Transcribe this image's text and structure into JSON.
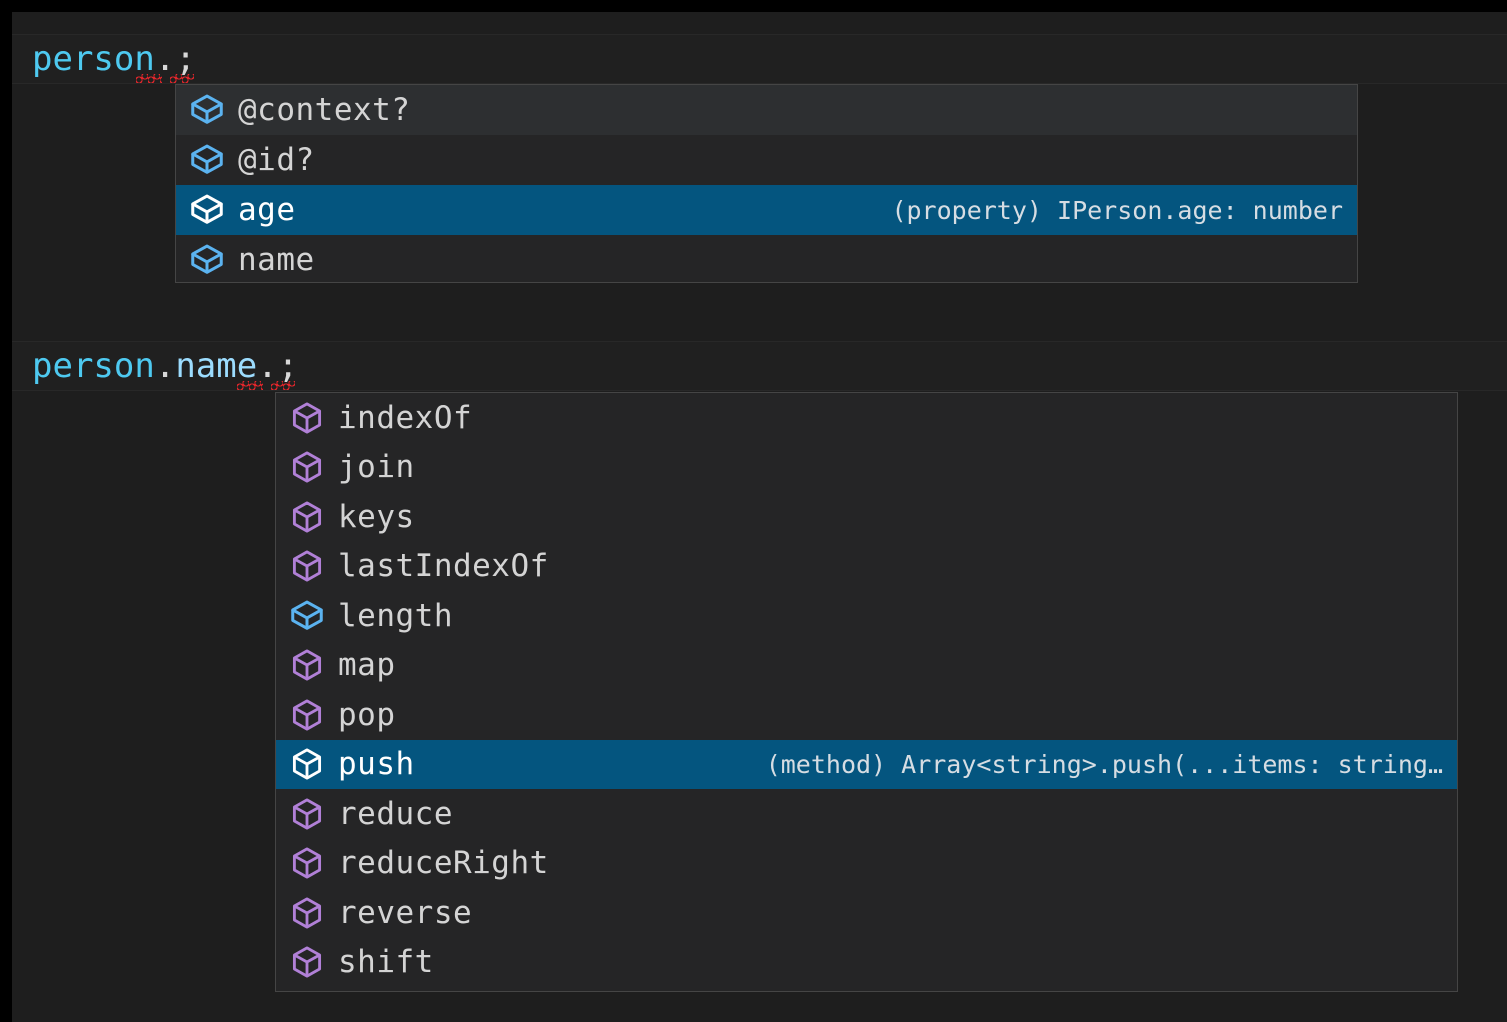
{
  "editor": {
    "theme_background": "#1e1e1e",
    "selection_color": "#04557f",
    "property_icon_color": "#5bb3f0",
    "method_icon_color": "#b180d7",
    "error_underline_color": "#e4262b",
    "lines": [
      {
        "id": "line-1",
        "segments": [
          {
            "text": "person",
            "kind": "variable"
          },
          {
            "text": ".",
            "kind": "punctuation"
          },
          {
            "text": ";",
            "kind": "punctuation"
          }
        ],
        "plain": "person.;"
      },
      {
        "id": "line-2",
        "segments": [
          {
            "text": "person",
            "kind": "variable"
          },
          {
            "text": ".",
            "kind": "punctuation"
          },
          {
            "text": "name",
            "kind": "property"
          },
          {
            "text": ".",
            "kind": "punctuation"
          },
          {
            "text": ";",
            "kind": "punctuation"
          }
        ],
        "plain": "person.name.;"
      }
    ]
  },
  "popups": [
    {
      "id": "popup-properties",
      "name": "property-suggestion-list",
      "items": [
        {
          "label": "@context?",
          "icon": "property-cube-icon",
          "state": "hovered",
          "detail": ""
        },
        {
          "label": "@id?",
          "icon": "property-cube-icon",
          "state": "normal",
          "detail": ""
        },
        {
          "label": "age",
          "icon": "property-cube-icon",
          "state": "selected",
          "detail": "(property) IPerson.age: number"
        },
        {
          "label": "name",
          "icon": "property-cube-icon",
          "state": "normal",
          "detail": ""
        }
      ]
    },
    {
      "id": "popup-methods",
      "name": "method-suggestion-list",
      "items": [
        {
          "label": "indexOf",
          "icon": "method-cube-icon",
          "state": "normal",
          "detail": ""
        },
        {
          "label": "join",
          "icon": "method-cube-icon",
          "state": "normal",
          "detail": ""
        },
        {
          "label": "keys",
          "icon": "method-cube-icon",
          "state": "normal",
          "detail": ""
        },
        {
          "label": "lastIndexOf",
          "icon": "method-cube-icon",
          "state": "normal",
          "detail": ""
        },
        {
          "label": "length",
          "icon": "property-cube-icon",
          "state": "normal",
          "detail": ""
        },
        {
          "label": "map",
          "icon": "method-cube-icon",
          "state": "normal",
          "detail": ""
        },
        {
          "label": "pop",
          "icon": "method-cube-icon",
          "state": "normal",
          "detail": ""
        },
        {
          "label": "push",
          "icon": "method-cube-icon",
          "state": "selected",
          "detail": "(method) Array<string>.push(...items: string…"
        },
        {
          "label": "reduce",
          "icon": "method-cube-icon",
          "state": "normal",
          "detail": ""
        },
        {
          "label": "reduceRight",
          "icon": "method-cube-icon",
          "state": "normal",
          "detail": ""
        },
        {
          "label": "reverse",
          "icon": "method-cube-icon",
          "state": "normal",
          "detail": ""
        },
        {
          "label": "shift",
          "icon": "method-cube-icon",
          "state": "normal",
          "detail": ""
        }
      ]
    }
  ]
}
